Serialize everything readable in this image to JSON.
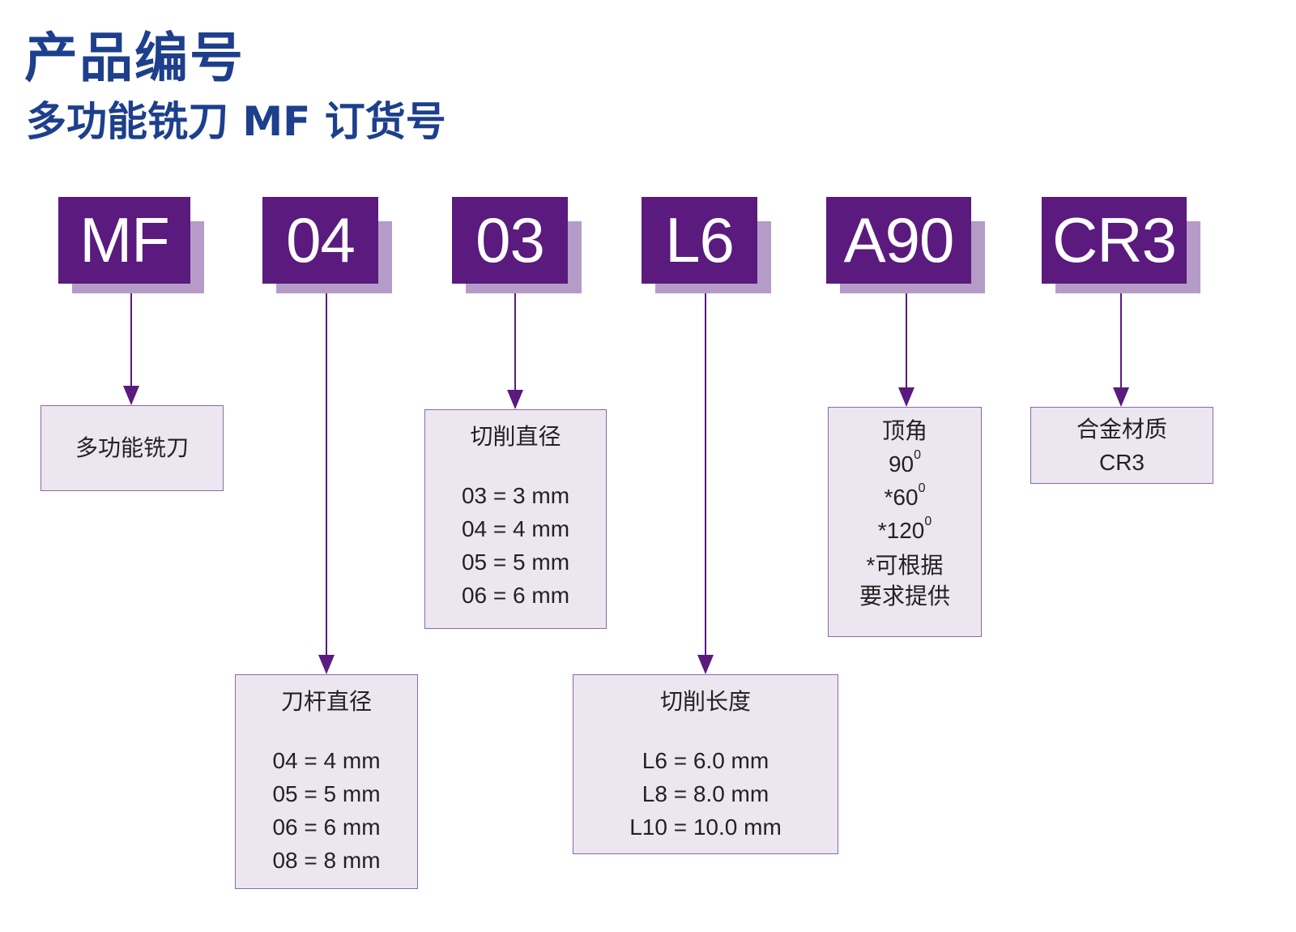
{
  "title": "产品编号",
  "subtitle": "多功能铣刀 MF 订货号",
  "codes": [
    "MF",
    "04",
    "03",
    "L6",
    "A90",
    "CR3"
  ],
  "desc": {
    "mf": {
      "title": "多功能铣刀"
    },
    "shank": {
      "title": "刀杆直径",
      "lines": [
        "04 = 4 mm",
        "05 = 5 mm",
        "06 = 6 mm",
        "08 = 8 mm"
      ]
    },
    "cut_dia": {
      "title": "切削直径",
      "lines": [
        "03 = 3 mm",
        "04 = 4 mm",
        "05 = 5 mm",
        "06 = 6 mm"
      ]
    },
    "cut_len": {
      "title": "切削长度",
      "lines": [
        "L6 = 6.0 mm",
        "L8 = 8.0 mm",
        "L10 = 10.0 mm"
      ]
    },
    "angle": {
      "title": "顶角",
      "angles": [
        "90",
        "*60",
        "*120"
      ],
      "degree_sup": "0",
      "note1": "*可根据",
      "note2": "要求提供"
    },
    "material": {
      "title": "合金材质",
      "value": "CR3"
    }
  },
  "colors": {
    "primary": "#5a1a7e",
    "shadow": "#b59cc8",
    "box": "#ece6f1",
    "title": "#1d3f8c"
  }
}
